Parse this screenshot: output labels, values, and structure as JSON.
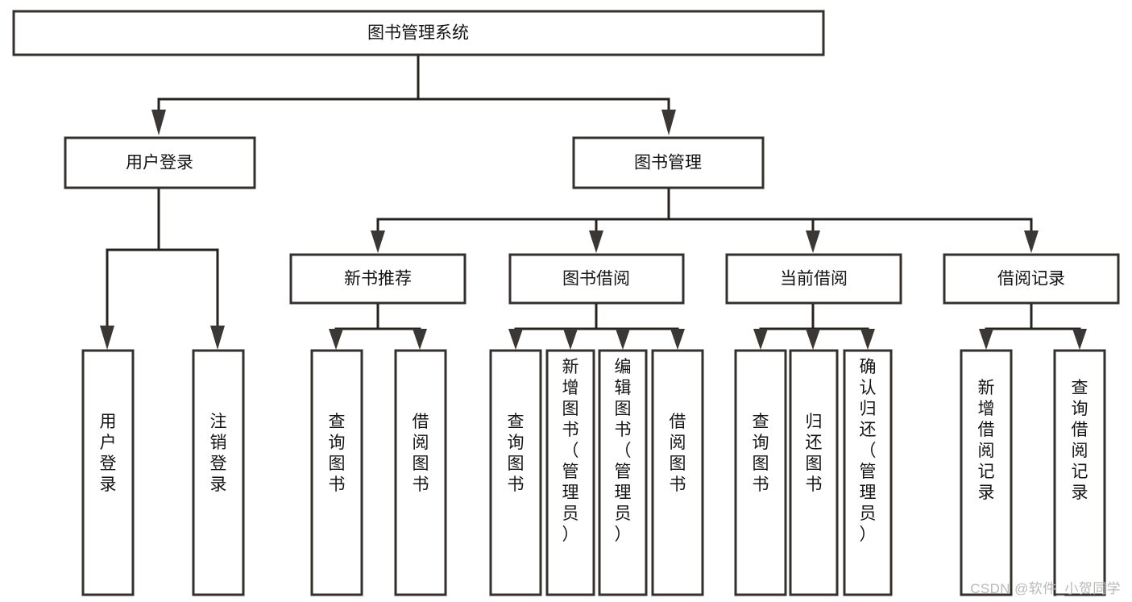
{
  "diagram": {
    "title": "图书管理系统",
    "type": "tree-hierarchy",
    "watermark": "CSDN @软件_小贺同学",
    "levels": {
      "root": {
        "label": "图书管理系统"
      },
      "level2": [
        {
          "label": "用户登录"
        },
        {
          "label": "图书管理"
        }
      ],
      "level3": [
        {
          "label": "新书推荐"
        },
        {
          "label": "图书借阅"
        },
        {
          "label": "当前借阅"
        },
        {
          "label": "借阅记录"
        }
      ],
      "leaves": {
        "user_login": [
          {
            "label": "用户登录"
          },
          {
            "label": "注销登录"
          }
        ],
        "new_book_recommend": [
          {
            "label": "查询图书"
          },
          {
            "label": "借阅图书"
          }
        ],
        "book_borrow": [
          {
            "label": "查询图书"
          },
          {
            "label": "新增图书（管理员）"
          },
          {
            "label": "编辑图书（管理员）"
          },
          {
            "label": "借阅图书"
          }
        ],
        "current_borrow": [
          {
            "label": "查询图书"
          },
          {
            "label": "归还图书"
          },
          {
            "label": "确认归还（管理员）"
          }
        ],
        "borrow_record": [
          {
            "label": "新增借阅记录"
          },
          {
            "label": "查询借阅记录"
          }
        ]
      }
    },
    "colors": {
      "box_stroke": "#33302e",
      "box_fill": "#ffffff",
      "connector": "#26231f",
      "text": "#141414",
      "watermark": "#b9b9b9",
      "background": "#ffffff"
    }
  }
}
